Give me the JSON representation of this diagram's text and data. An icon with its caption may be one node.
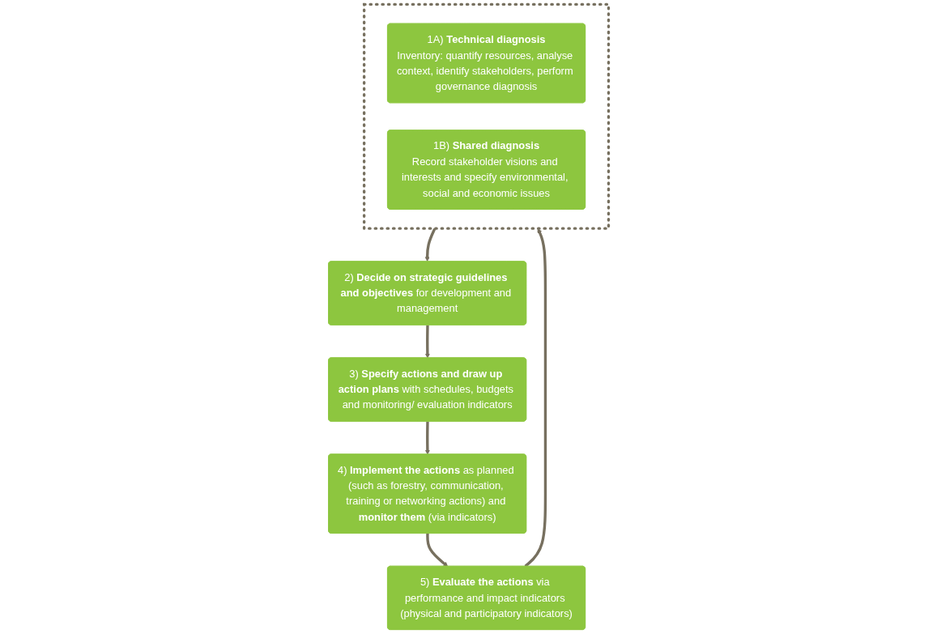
{
  "diagram": {
    "nodes": [
      {
        "text": [],
        "shape": "box"
      },
      {
        "text": [
          "1A) **Technical diagnosis**",
          "Inventory: quantify resources, analyse context, identify stakeholders, perform governance diagnosis"
        ],
        "in": 0
      },
      {
        "text": [
          "1B) **Shared diagnosis**",
          "Record stakeholder visions and interests and specify environmental, social and economic issues"
        ],
        "in": 0
      },
      {
        "text": [
          "2) **Decide on strategic guidelines and objectives** for development and management"
        ]
      },
      {
        "text": [
          "3) **Specify actions and draw up action plans** with schedules, budgets and monitoring/ evaluation indicators"
        ]
      },
      {
        "text": [
          "4) **Implement the actions** as planned (such as forestry, communication, training or networking actions) and **monitor them** (via indicators)"
        ]
      },
      {
        "text": [
          "5) **Evaluate the actions** via performance and impact indicators (physical and participatory indicators)"
        ]
      }
    ],
    "edges": [
      {
        "from": 0,
        "to": 3,
        "arrow": "to"
      },
      {
        "from": 3,
        "to": 4,
        "arrow": "to"
      },
      {
        "from": 4,
        "to": 5,
        "arrow": "to"
      },
      {
        "from": 5,
        "to": 6,
        "arrow": "to"
      },
      {
        "from": 6,
        "to": 0,
        "arrow": "to"
      }
    ]
  }
}
